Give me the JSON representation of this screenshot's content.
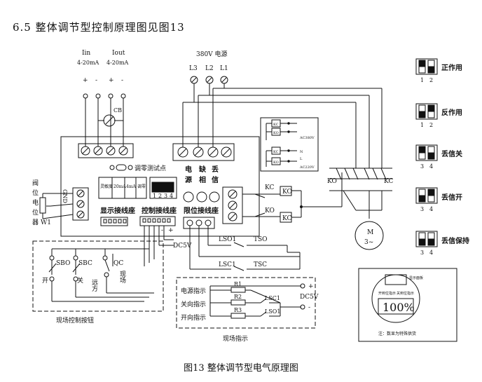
{
  "heading": "6.5 整体调节型控制原理图见图13",
  "caption": "图13  整体调节型电气原理图",
  "inputs": {
    "iin": "Iin",
    "iin_range": "4-20mA",
    "iout": "Iout",
    "iout_range": "4-20mA",
    "plus": "+",
    "minus": "-"
  },
  "power": {
    "label": "380V 电源",
    "l3": "L3",
    "l2": "L2",
    "l1": "L1"
  },
  "board": {
    "cb": "CB",
    "zero_point": "调零测试点",
    "gnd": "GND",
    "pot_label": [
      "阀",
      "位",
      "电",
      "位",
      "器"
    ],
    "w1": "W1",
    "power_lights": [
      "电",
      "源",
      "缺",
      "相",
      "丢",
      "信"
    ],
    "dip_labels": [
      "灵敏度",
      "20mA",
      "4mA",
      "调零"
    ],
    "dip_numbers": [
      "1",
      "2",
      "3",
      "4"
    ],
    "display_socket": "显示接线座",
    "control_socket": "控制接线座",
    "limit_socket": "限位接线座",
    "dc5v": "DC5V"
  },
  "relays": {
    "kc": "KC",
    "ko": "KO",
    "ac380v": "AC380V",
    "ac220v": "AC220V",
    "n": "N",
    "l": "L"
  },
  "limits": {
    "lso1": "LSO1",
    "tso": "TSO",
    "lsc1": "LSC1",
    "tsc": "TSC"
  },
  "local_buttons": {
    "sbo": "SBO",
    "sbc": "SBC",
    "qc": "QC",
    "open": "开",
    "close": "关",
    "remote": "远方",
    "local": "现场",
    "title": "现场控制按钮"
  },
  "indicators": {
    "power_ind": "电源指示",
    "close_ind": "关向指示",
    "open_ind": "开向指示",
    "r1": "R1",
    "r2": "R2",
    "r3": "R3",
    "lsc1": "LSC1",
    "lso1": "LSO1",
    "dc5v": "DC5V",
    "plus": "+",
    "minus": "-",
    "title": "现场指示"
  },
  "motor": {
    "m": "M",
    "phase": "3~",
    "ko": "KO",
    "kc": "KC"
  },
  "dip_settings": {
    "normal": "正作用",
    "reverse": "反作用",
    "loss_close": "丢信关",
    "loss_open": "丢信开",
    "loss_hold": "丢信保持",
    "n12": [
      "1",
      "2"
    ],
    "n34": [
      "3",
      "4"
    ]
  },
  "display": {
    "title": "显示面板",
    "open_lamp": "开到位指示",
    "close_lamp": "关到位指示",
    "percent": "100%",
    "note": "注：数显为特殊供货"
  }
}
